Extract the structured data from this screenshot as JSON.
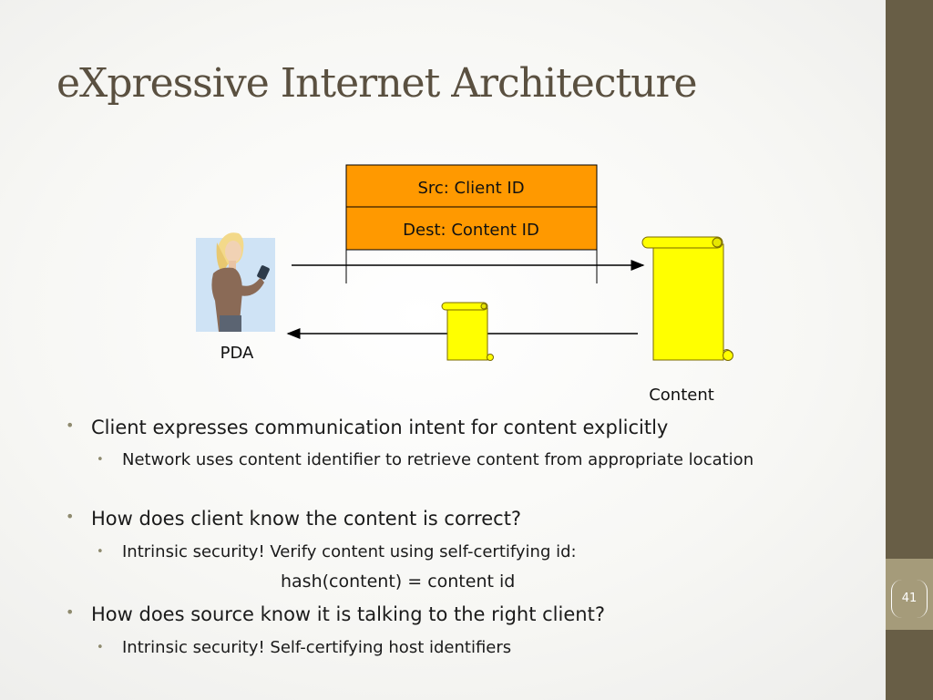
{
  "slide": {
    "title": "eXpressive Internet Architecture",
    "page_number": "41",
    "colors": {
      "sidebar": "#685e46",
      "title": "#5a5040",
      "packet": "#ff9900",
      "scroll": "#ffff00"
    }
  },
  "diagram": {
    "packet_src": "Src: Client ID",
    "packet_dest": "Dest: Content ID",
    "pda_label": "PDA",
    "content_label": "Content",
    "icons": [
      "woman-with-pda-icon",
      "small-scroll-icon",
      "large-scroll-icon"
    ]
  },
  "bullets": [
    {
      "text": "Client expresses communication intent for content explicitly",
      "sub": [
        "Network uses content identifier to retrieve content from appropriate location"
      ]
    },
    {
      "text": "How does client know the content is correct?",
      "sub": [
        "Intrinsic security! Verify content using self-certifying id:"
      ],
      "formula": "hash(content) = content id"
    },
    {
      "text": "How does source know it is talking to the right client?",
      "sub": [
        "Intrinsic security! Self-certifying host identifiers"
      ]
    }
  ]
}
